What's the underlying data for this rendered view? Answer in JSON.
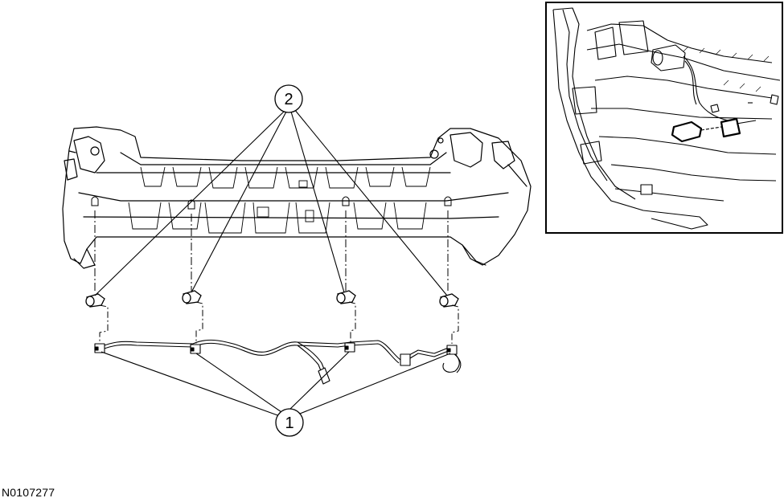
{
  "figure_id": "N0107277",
  "callouts": {
    "sensor_label": "2",
    "harness_label": "1"
  }
}
